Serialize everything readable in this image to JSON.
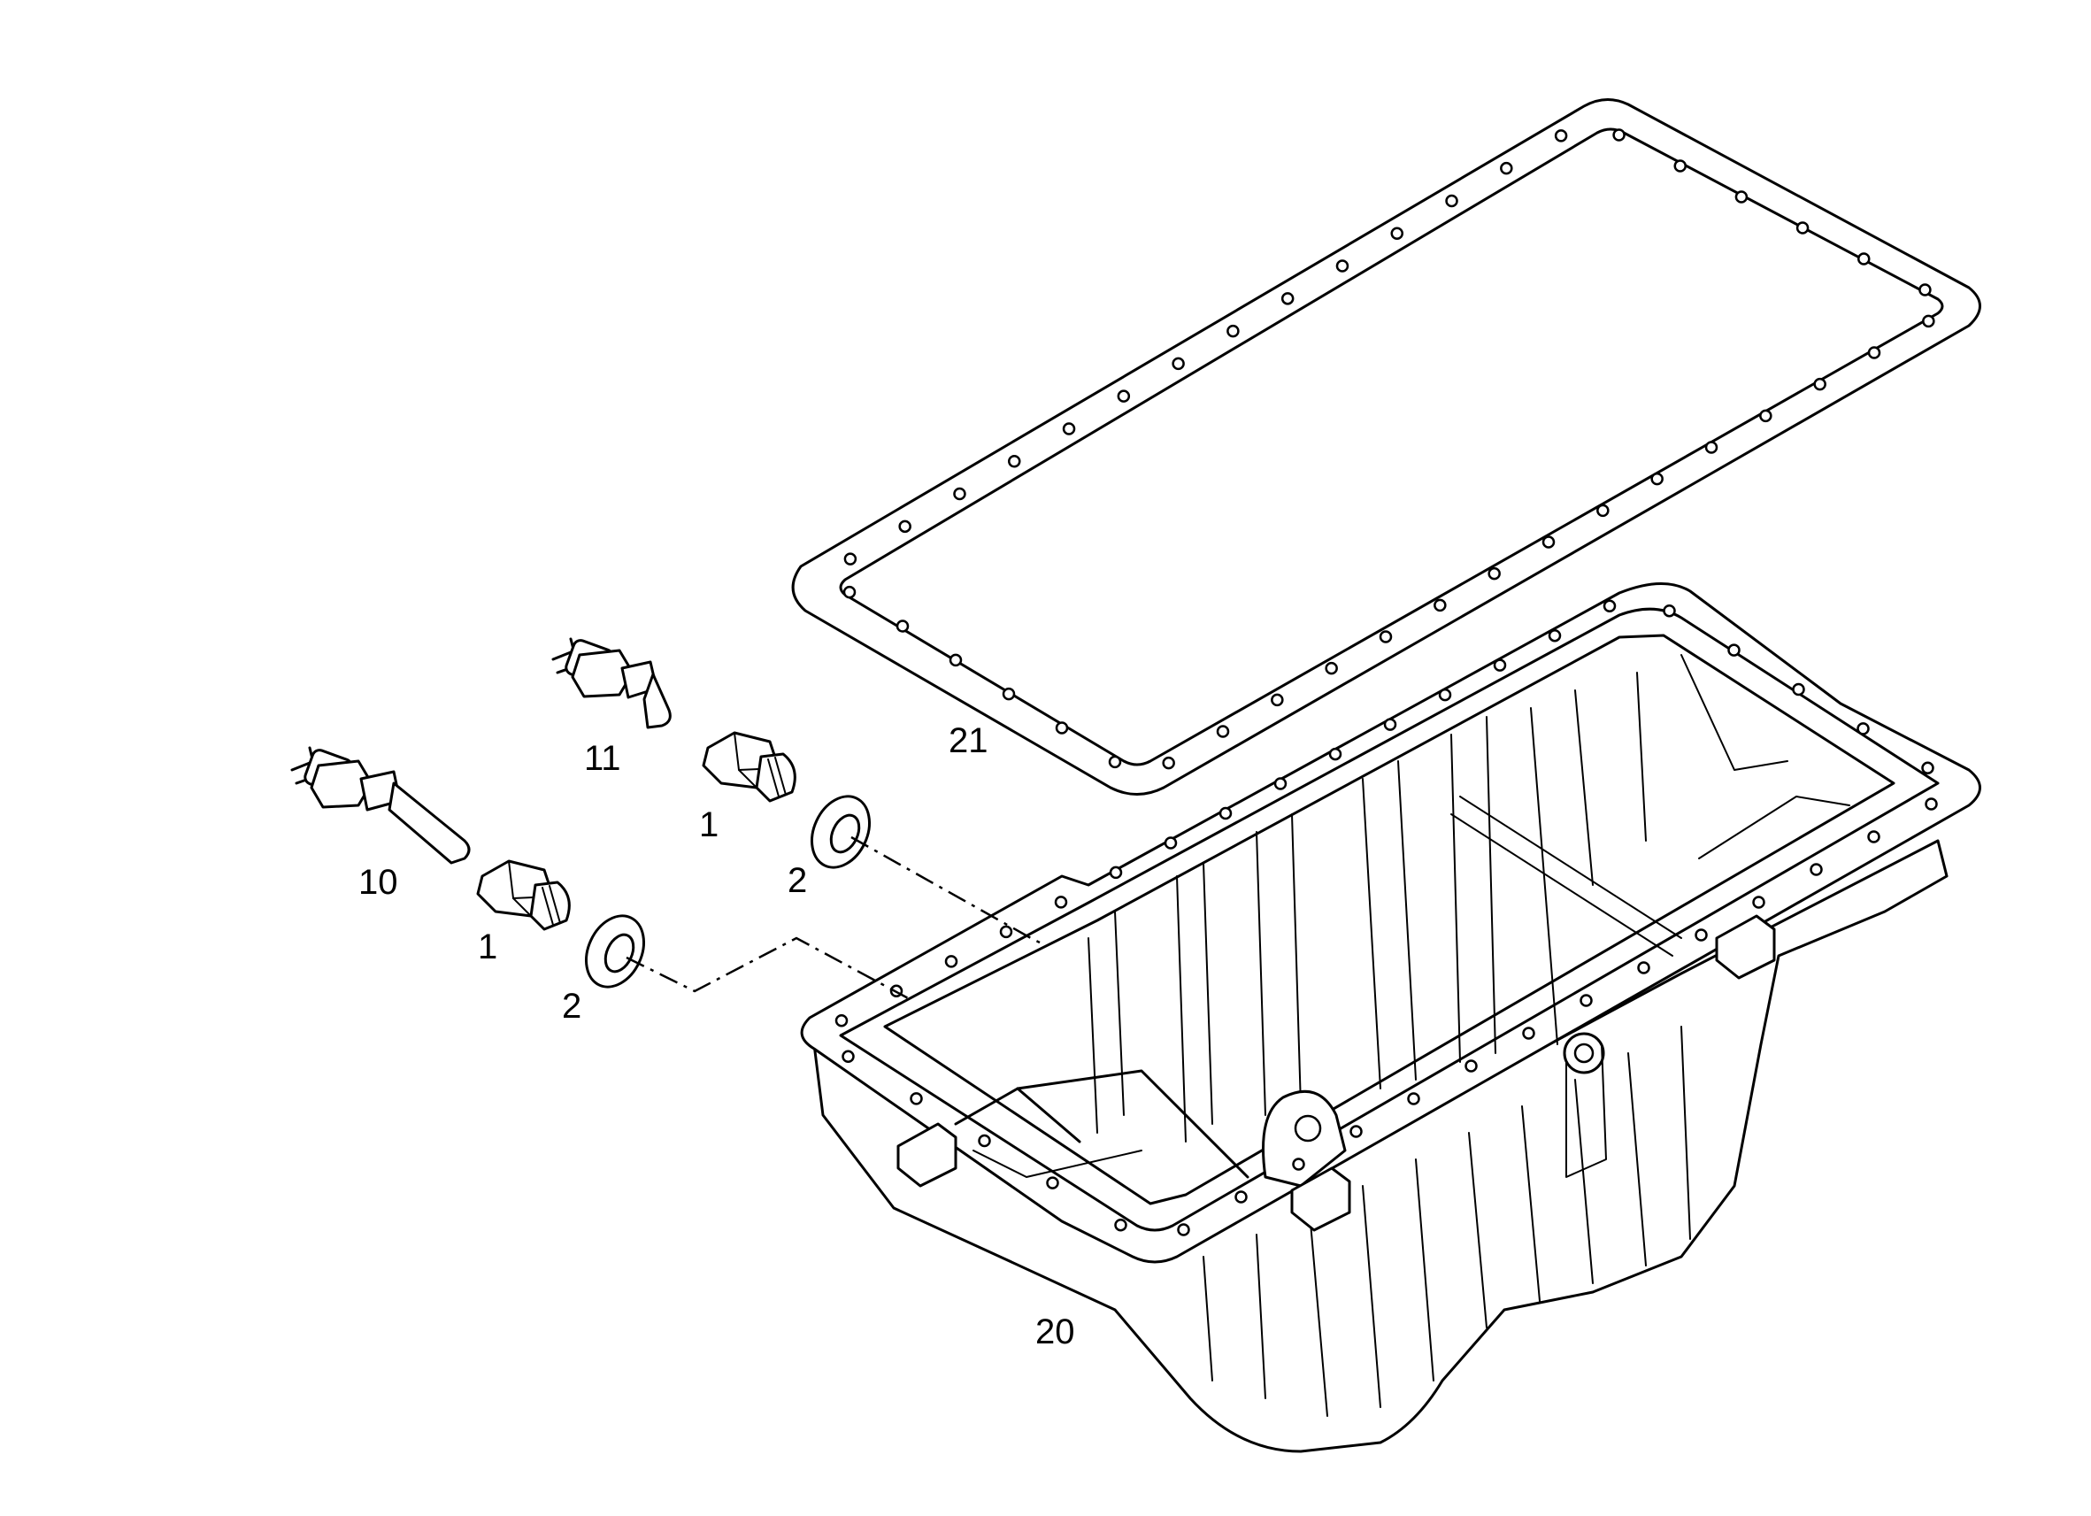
{
  "callouts": {
    "gasket": "21",
    "oil_pan": "20",
    "sensor_long": "10",
    "sensor_short": "11",
    "drain_plug_lower": "1",
    "drain_plug_upper": "1",
    "seal_ring_lower": "2",
    "seal_ring_upper": "2"
  }
}
